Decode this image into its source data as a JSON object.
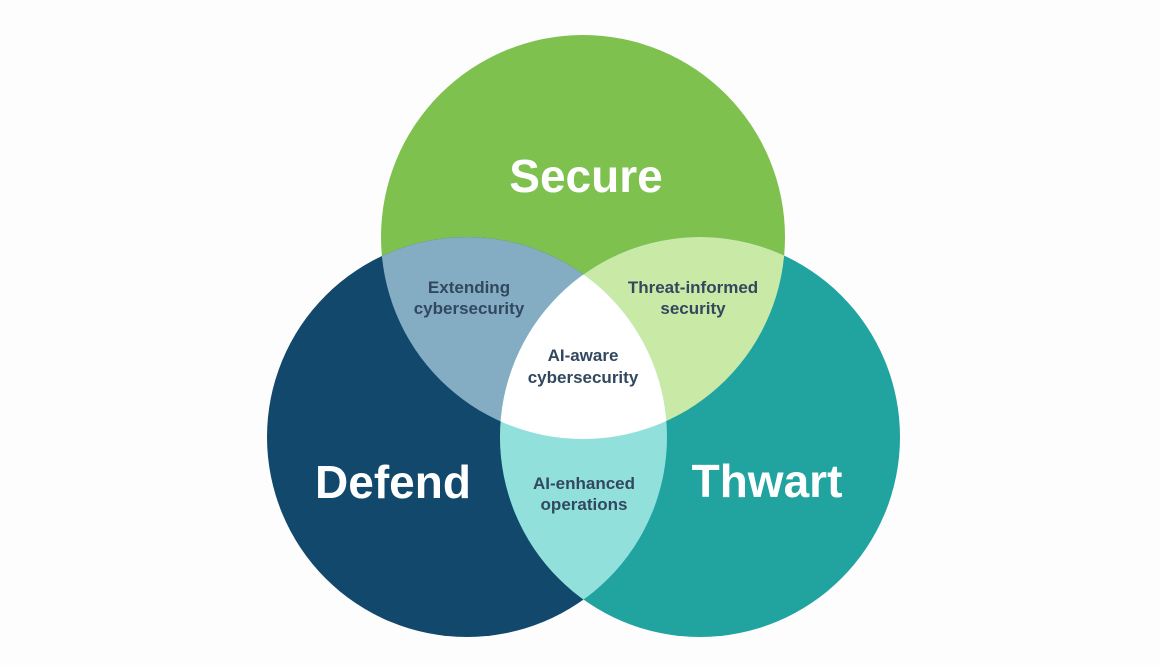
{
  "diagram": {
    "type": "venn",
    "background": "#fdfdfd",
    "set_label_color": "#ffffff",
    "overlap_label_color": "#31485e",
    "sets": [
      {
        "id": "secure",
        "label": "Secure",
        "color": "#7fc14e"
      },
      {
        "id": "defend",
        "label": "Defend",
        "color": "#12486b"
      },
      {
        "id": "thwart",
        "label": "Thwart",
        "color": "#21a3a0"
      }
    ],
    "intersections": [
      {
        "between": "secure+defend",
        "label": "Extending cybersecurity",
        "line1": "Extending",
        "line2": "cybersecurity",
        "color": "#84adc4"
      },
      {
        "between": "secure+thwart",
        "label": "Threat-informed security",
        "line1": "Threat-informed",
        "line2": "security",
        "color": "#c9eaa7"
      },
      {
        "between": "defend+thwart",
        "label": "AI-enhanced operations",
        "line1": "AI-enhanced",
        "line2": "operations",
        "color": "#92e0dc"
      },
      {
        "between": "secure+defend+thwart",
        "label": "AI-aware cybersecurity",
        "line1": "AI-aware",
        "line2": "cybersecurity",
        "color": "#ffffff"
      }
    ]
  }
}
